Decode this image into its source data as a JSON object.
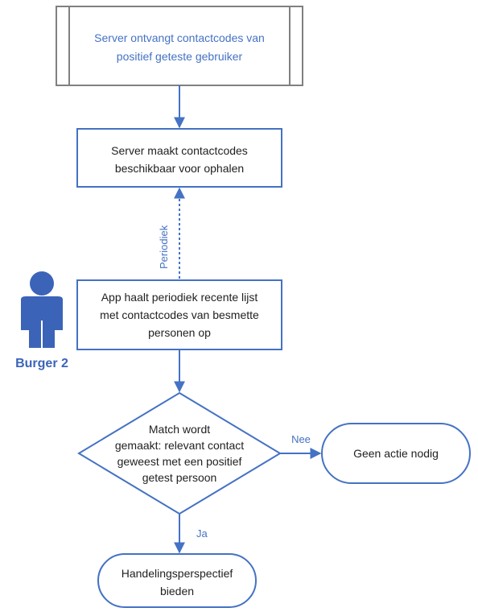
{
  "colors": {
    "blue": "#4472C4",
    "dark_text": "#1f1f1f",
    "blue_text": "#4472C4",
    "figure": "#3B64B8",
    "gray": "#808080"
  },
  "nodes": {
    "server_receive": {
      "line1": "Server ontvangt contactcodes van",
      "line2": "positief geteste gebruiker"
    },
    "server_publish": {
      "line1": "Server maakt contactcodes",
      "line2": "beschikbaar voor ophalen"
    },
    "app_fetch": {
      "line1": "App haalt periodiek recente lijst",
      "line2": "met contactcodes van besmette",
      "line3": "personen op"
    },
    "match": {
      "line1": "Match wordt",
      "line2": "gemaakt: relevant contact",
      "line3": "geweest met een positief",
      "line4": "getest persoon"
    },
    "no_action": {
      "line1": "Geen actie nodig"
    },
    "action": {
      "line1": "Handelingsperspectief",
      "line2": "bieden"
    }
  },
  "edge_labels": {
    "periodic": "Periodiek",
    "no": "Nee",
    "yes": "Ja"
  },
  "actor": {
    "icon": "person-icon",
    "label": "Burger 2"
  }
}
